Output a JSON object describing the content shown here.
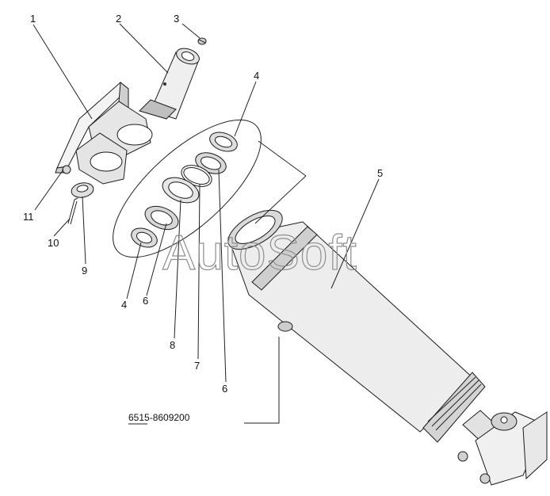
{
  "callouts": [
    "1",
    "2",
    "3",
    "4",
    "5",
    "11",
    "10",
    "9",
    "4",
    "6",
    "8",
    "7",
    "6"
  ],
  "part_number": "6515-8609200",
  "watermark": "AutoSoft"
}
